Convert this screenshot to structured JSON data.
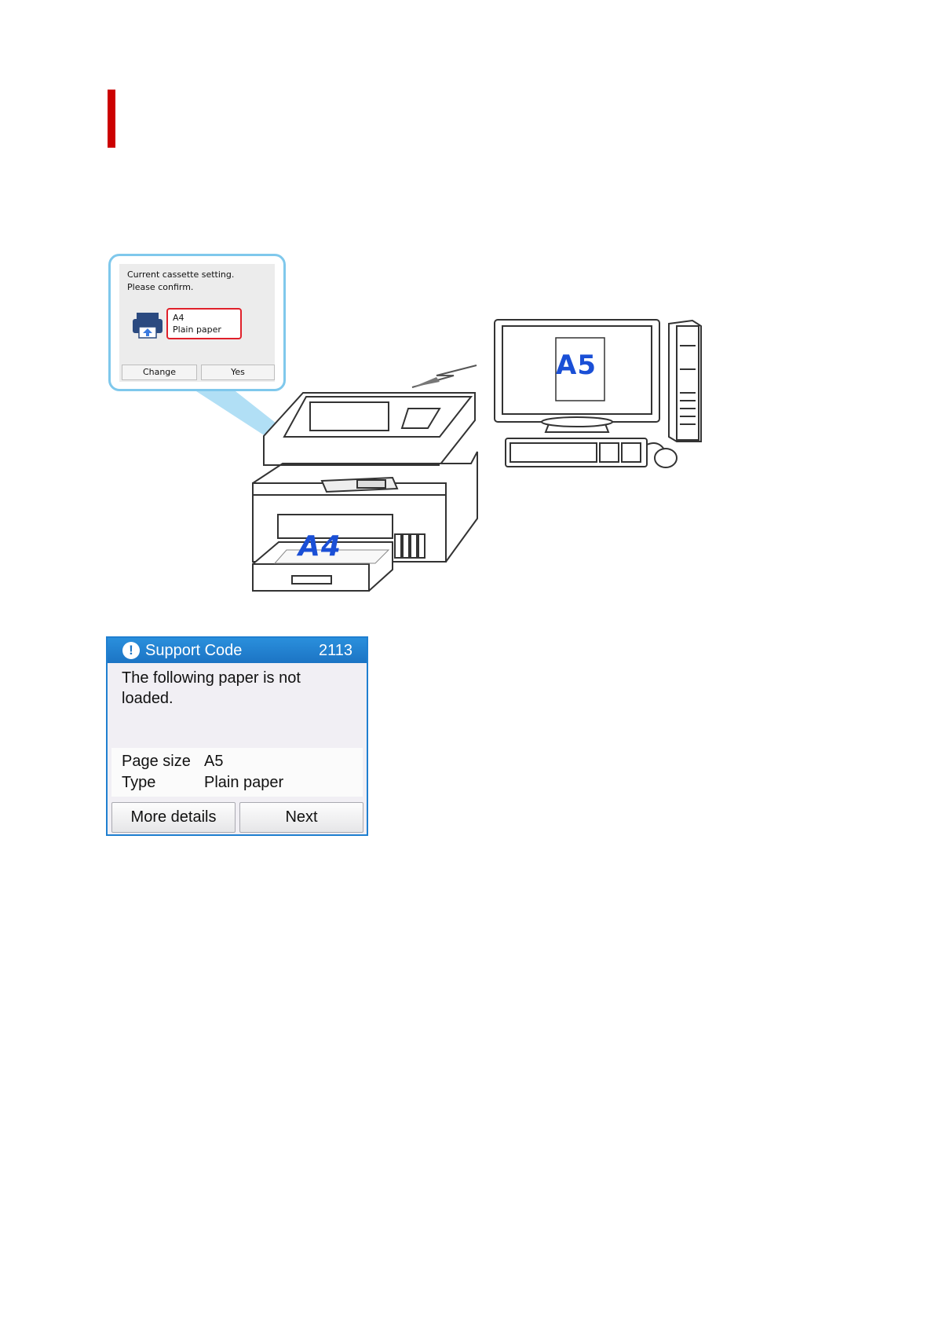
{
  "colors": {
    "heading_bar": "#cc0000",
    "dialog_header": "#1c74c4",
    "highlight_border": "#e0202a",
    "callout_border": "#7fc8ec",
    "paper_label": "#1a4fd6"
  },
  "callout": {
    "message_line1": "Current cassette setting.",
    "message_line2": "Please confirm.",
    "paper_size": "A4",
    "paper_type": "Plain paper",
    "change_label": "Change",
    "yes_label": "Yes"
  },
  "illustration": {
    "monitor_paper_size": "A5",
    "cassette_paper_size": "A4",
    "icons": [
      "printer-icon",
      "computer-icon",
      "wireless-signal-icon"
    ]
  },
  "dialog": {
    "title": "Support Code",
    "code": "2113",
    "message": "The following paper is not loaded.",
    "message_line1": "The following paper is not",
    "message_line2": "loaded.",
    "page_size_label": "Page size",
    "page_size_value": "A5",
    "type_label": "Type",
    "type_value": "Plain paper",
    "more_details_label": "More details",
    "next_label": "Next"
  }
}
